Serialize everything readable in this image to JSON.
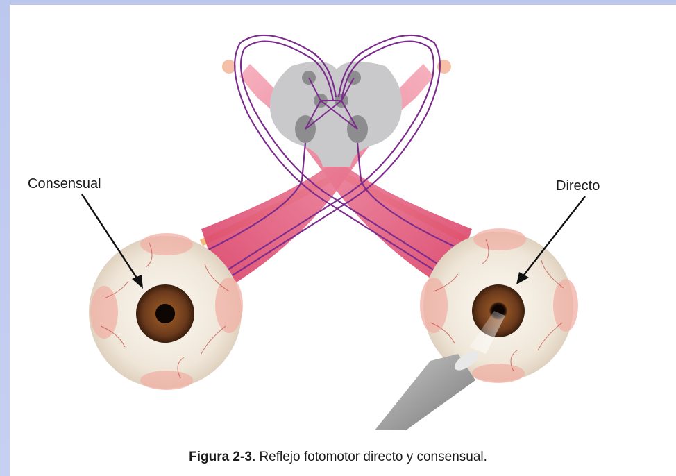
{
  "labels": {
    "left_arrow": "Consensual",
    "right_arrow": "Directo"
  },
  "caption": {
    "figure_number": "Figura 2-3.",
    "text": " Reflejo fotomotor directo y consensual."
  },
  "colors": {
    "background": "#c3cdf0",
    "nerve_pink": "#e8788f",
    "nerve_orange": "#f2b26a",
    "pathway_purple": "#7b2c8c",
    "brainstem_gray": "#c9c9cb",
    "nucleus_gray": "#8d8d8f",
    "iris_brown": "#6b3a1c",
    "sclera": "#f4efe6"
  }
}
